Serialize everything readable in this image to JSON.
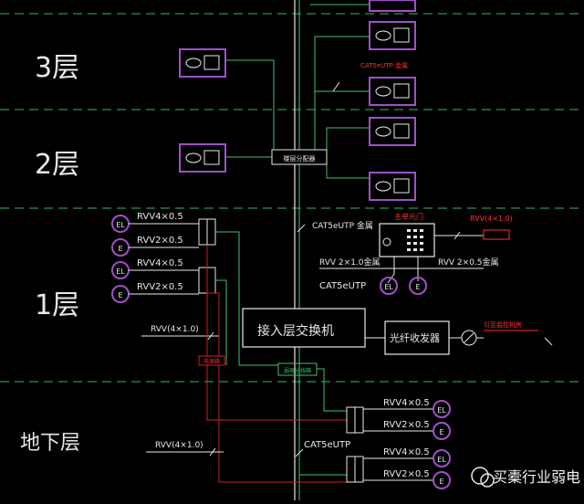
{
  "floors": {
    "f3": "3层",
    "f2": "2层",
    "f1": "1层",
    "basement": "地下层"
  },
  "labels": {
    "cat5e_utp_top": "CAT5eUTP 金属",
    "cable_main_1": "CAT5eUTP 金属",
    "cable_main_2": "CAT5eUTP",
    "cable_main_3": "CAT5eUTP",
    "rvv_4x05": "RVV4×0.5",
    "rvv_2x05": "RVV2×0.5",
    "rvv_4x10": "RVV(4×1.0)",
    "rvv_21_metal": "RVV 2×1.0金属",
    "rvv_205_metal": "RVV 2×0.5金属",
    "door_unit": "主单元门",
    "rvv_4x1_right": "RVV(4×1.0)",
    "floor_distributor": "楼层分配器",
    "access_switch": "接入层交换机",
    "optical_transceiver": "光纤收发器",
    "to_center": "引至监控机房",
    "power_box": "电源箱",
    "basement_dist": "弱电分线箱",
    "el": "EL",
    "e": "E"
  },
  "watermark": "买橐行业弱电",
  "colors": {
    "background": "#000000",
    "dashed": "#2fb86f",
    "purple": "#a050c8",
    "white": "#e8e8e8",
    "green": "#40c070",
    "red": "#d02020",
    "red_label": "#ff3030"
  }
}
